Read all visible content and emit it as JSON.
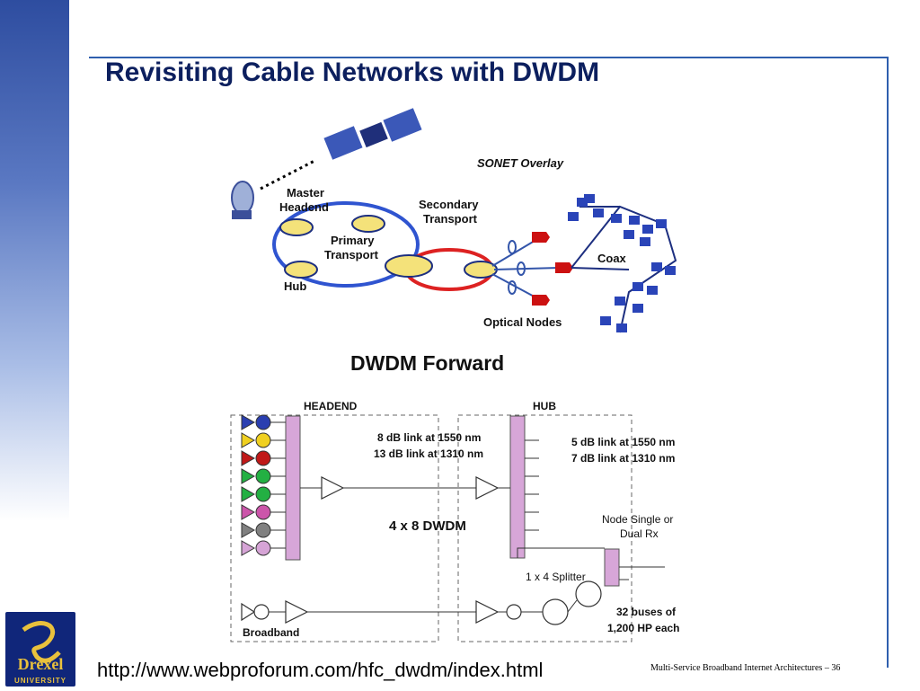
{
  "slide": {
    "title": "Revisiting Cable Networks with DWDM",
    "url": "http://www.webproforum.com/hfc_dwdm/index.html",
    "footer": "Multi-Service Broadband Internet Architectures – 36",
    "logo_text": "Drexel",
    "logo_sub": "UNIVERSITY"
  },
  "top_diagram": {
    "overlay_label": "SONET Overlay",
    "master_headend": "Master\nHeadend",
    "primary_transport": "Primary\nTransport",
    "secondary_transport": "Secondary\nTransport",
    "hub": "Hub",
    "coax": "Coax",
    "optical_nodes": "Optical Nodes"
  },
  "bottom_diagram": {
    "heading": "DWDM Forward",
    "headend": "HEADEND",
    "hub": "HUB",
    "link_headend_1550": "8 dB link at 1550 nm",
    "link_headend_1310": "13 dB link at 1310 nm",
    "link_hub_1550": "5 dB link at 1550 nm",
    "link_hub_1310": "7 dB link at 1310 nm",
    "dwdm": "4 x 8 DWDM",
    "node_rx_1": "Node Single or",
    "node_rx_2": "Dual Rx",
    "splitter": "1 x 4 Splitter",
    "buses_1": "32 buses of",
    "buses_2": "1,200 HP each",
    "broadband": "Broadband",
    "transmitter_colors": [
      "#2a3fb0",
      "#f0d020",
      "#c01818",
      "#23b043",
      "#23b043",
      "#cc55aa",
      "#808080",
      "#d6a4d6"
    ]
  }
}
